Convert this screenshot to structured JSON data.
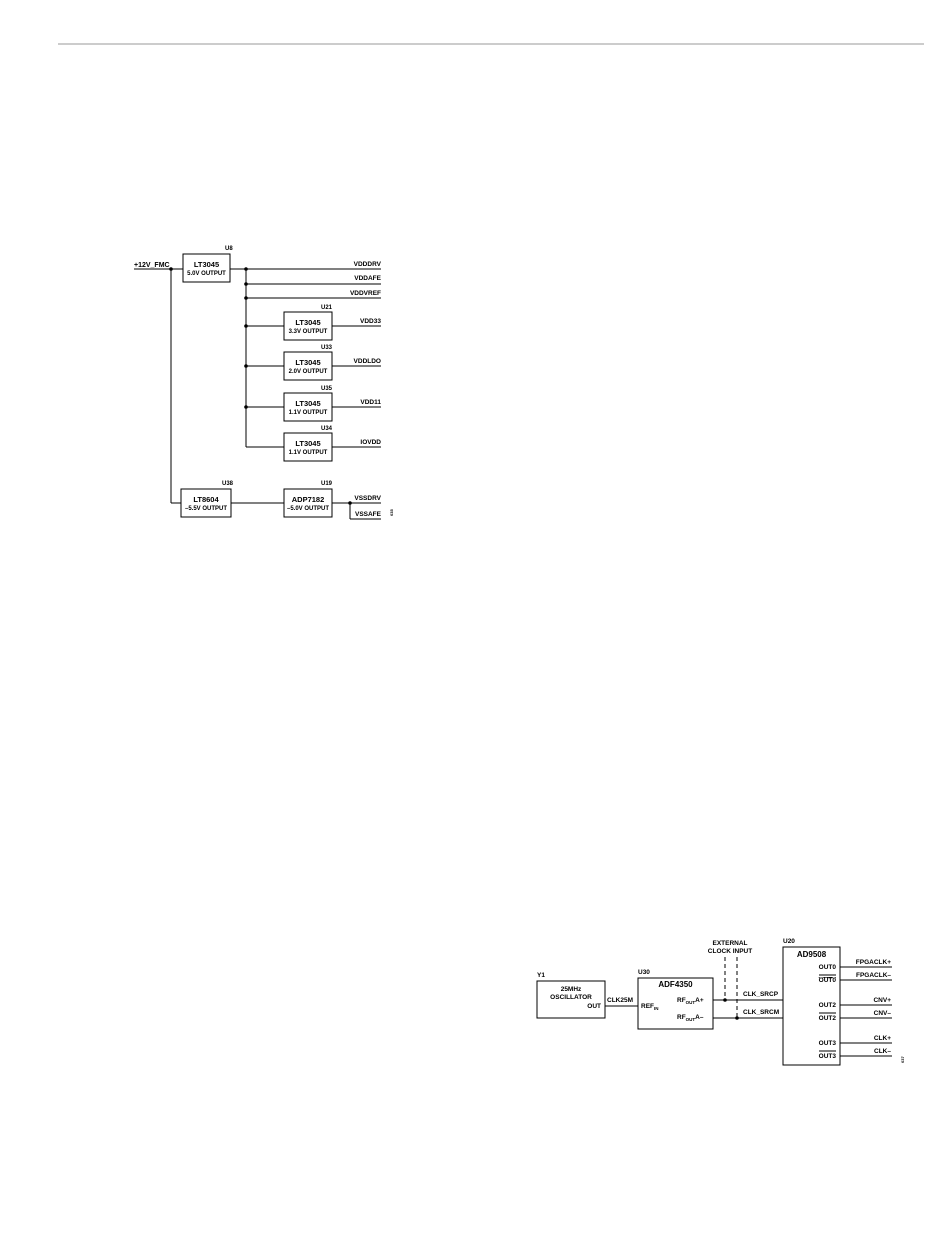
{
  "power_diagram": {
    "input_label": "+12V_FMC",
    "regulators": {
      "u8": {
        "ref": "U8",
        "part": "LT3045",
        "output": "5.0V OUTPUT"
      },
      "u21": {
        "ref": "U21",
        "part": "LT3045",
        "output": "3.3V OUTPUT"
      },
      "u33": {
        "ref": "U33",
        "part": "LT3045",
        "output": "2.0V OUTPUT"
      },
      "u35": {
        "ref": "U35",
        "part": "LT3045",
        "output": "1.1V OUTPUT"
      },
      "u34": {
        "ref": "U34",
        "part": "LT3045",
        "output": "1.1V OUTPUT"
      },
      "u38": {
        "ref": "U38",
        "part": "LT8604",
        "output": "–5.5V OUTPUT"
      },
      "u19": {
        "ref": "U19",
        "part": "ADP7182",
        "output": "–5.0V OUTPUT"
      }
    },
    "rails": {
      "vdddrv": "VDDDRV",
      "vddafe": "VDDAFE",
      "vddvref": "VDDVREF",
      "vdd33": "VDD33",
      "vddldo": "VDDLDO",
      "vdd11": "VDD11",
      "iovdd": "IOVDD",
      "vssdrv": "VSSDRV",
      "vssafe": "VSSAFE"
    },
    "figure_id": "035"
  },
  "clock_diagram": {
    "y1": {
      "ref": "Y1",
      "line1": "25MHz",
      "line2": "OSCILLATOR",
      "pin_out": "OUT"
    },
    "clk25m": "CLK25M",
    "u30": {
      "ref": "U30",
      "part": "ADF4350",
      "refin": "REF",
      "refin_sub": "IN",
      "rfa_plus": {
        "pre": "RF",
        "sub": "OUT",
        "post": "A+"
      },
      "rfa_minus": {
        "pre": "RF",
        "sub": "OUT",
        "post": "A–"
      }
    },
    "external_line1": "EXTERNAL",
    "external_line2": "CLOCK INPUT",
    "clk_srcp": "CLK_SRCP",
    "clk_srcm": "CLK_SRCM",
    "u20": {
      "ref": "U20",
      "part": "AD9508",
      "pins": [
        "OUT0",
        "OUT0",
        "OUT2",
        "OUT2",
        "OUT3",
        "OUT3"
      ]
    },
    "outputs": {
      "fpgaclk_p": "FPGACLK+",
      "fpgaclk_m": "FPGACLK–",
      "cnv_p": "CNV+",
      "cnv_m": "CNV–",
      "clk_p": "CLK+",
      "clk_m": "CLK–"
    },
    "figure_id": "037"
  }
}
